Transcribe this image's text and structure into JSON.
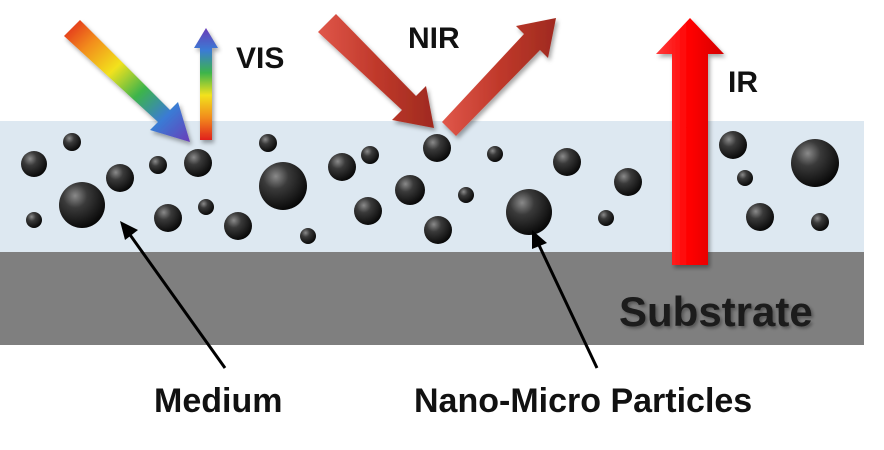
{
  "labels": {
    "vis": "VIS",
    "nir": "NIR",
    "ir": "IR",
    "substrate": "Substrate",
    "medium": "Medium",
    "particles": "Nano-Micro Particles"
  },
  "colors": {
    "medium_layer": "#dde8f1",
    "substrate_layer": "#7f7f7f",
    "nir_arrow": "#c0392b",
    "ir_arrow": "#ff0000",
    "particle": "#111111"
  },
  "icons": {
    "vis_incident": "rainbow-arrow-icon",
    "vis_reflected": "rainbow-arrow-icon",
    "nir_incident": "red-arrow-icon",
    "nir_reflected": "red-arrow-icon",
    "ir_emitted": "red-arrow-icon"
  }
}
